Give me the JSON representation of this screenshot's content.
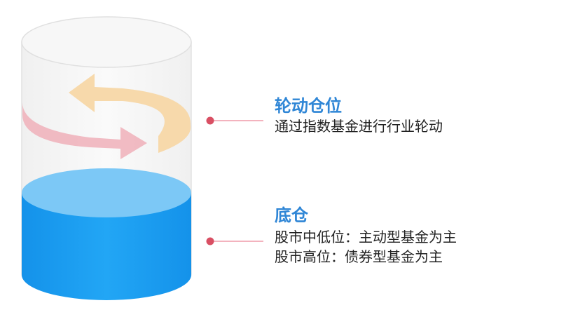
{
  "diagram": {
    "top_callout": {
      "title": "轮动仓位",
      "description": "通过指数基金进行行业轮动"
    },
    "bottom_callout": {
      "title": "底仓",
      "lines": [
        "股市中低位：主动型基金为主",
        "股市高位：债券型基金为主"
      ]
    },
    "colors": {
      "liquid_top": "#7cc8f6",
      "liquid_body": "#1a9cf0",
      "arrow_pink": "#efb4bd",
      "arrow_orange": "#f7d7a6",
      "connector_dot": "#d94f63",
      "title_blue": "#2f86d6"
    }
  }
}
